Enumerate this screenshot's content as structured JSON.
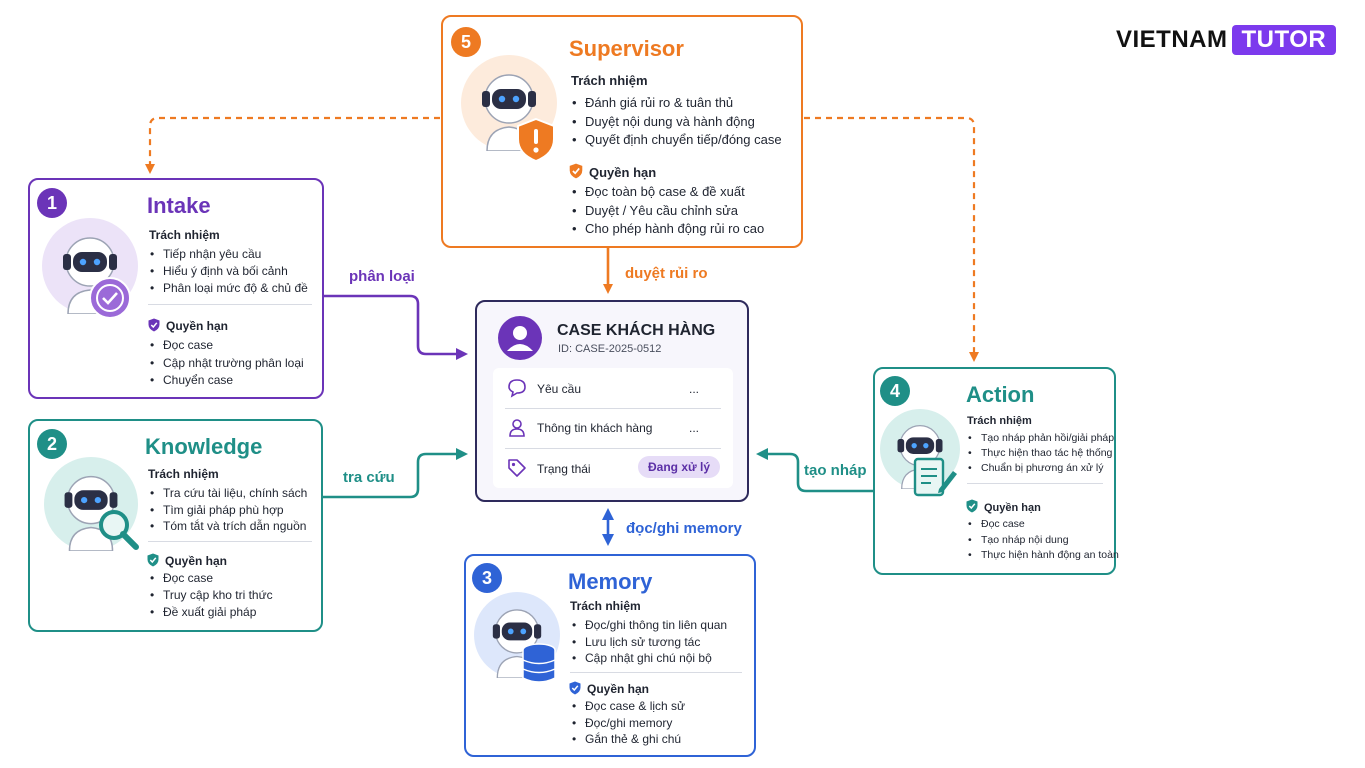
{
  "logo": {
    "part1": "VIETNAM",
    "part2": "TUTOR"
  },
  "colors": {
    "supervisor": "#ee7a22",
    "intake": "#6b34b8",
    "knowledge": "#1f8f87",
    "memory": "#2f63d6",
    "action": "#1f8f87",
    "case": "#2e2a5c"
  },
  "supervisor": {
    "num": "5",
    "title": "Supervisor",
    "icon": "warning-shield-icon",
    "resp_label": "Trách nhiệm",
    "resp": [
      "Đánh giá rủi ro & tuân thủ",
      "Duyệt nội dung và hành động",
      "Quyết định chuyển tiếp/đóng case"
    ],
    "perm_label": "Quyền hạn",
    "perm": [
      "Đọc toàn bộ case & đề xuất",
      "Duyệt / Yêu cầu chỉnh sửa",
      "Cho phép hành động rủi ro cao"
    ]
  },
  "intake": {
    "num": "1",
    "title": "Intake",
    "icon": "check-badge-icon",
    "resp_label": "Trách nhiệm",
    "resp": [
      "Tiếp nhận yêu cầu",
      "Hiểu ý định và bối cảnh",
      "Phân loại mức độ & chủ đề"
    ],
    "perm_label": "Quyền hạn",
    "perm": [
      "Đọc case",
      "Cập nhật trường phân loại",
      "Chuyển case"
    ]
  },
  "knowledge": {
    "num": "2",
    "title": "Knowledge",
    "icon": "magnifier-icon",
    "resp_label": "Trách nhiệm",
    "resp": [
      "Tra cứu tài liệu, chính sách",
      "Tìm giải pháp phù hợp",
      "Tóm tắt và trích dẫn nguồn"
    ],
    "perm_label": "Quyền hạn",
    "perm": [
      "Đọc case",
      "Truy cập kho tri thức",
      "Đề xuất giải pháp"
    ]
  },
  "memory": {
    "num": "3",
    "title": "Memory",
    "icon": "database-icon",
    "resp_label": "Trách nhiệm",
    "resp": [
      "Đọc/ghi thông tin liên quan",
      "Lưu lịch sử tương tác",
      "Cập nhật ghi chú nội bộ"
    ],
    "perm_label": "Quyền hạn",
    "perm": [
      "Đọc case & lịch sử",
      "Đọc/ghi memory",
      "Gắn thẻ & ghi chú"
    ]
  },
  "action": {
    "num": "4",
    "title": "Action",
    "icon": "document-pen-icon",
    "resp_label": "Trách nhiệm",
    "resp": [
      "Tạo nháp phản hồi/giải pháp",
      "Thực hiện thao tác hệ thống",
      "Chuẩn bị phương án xử lý"
    ],
    "perm_label": "Quyền hạn",
    "perm": [
      "Đọc case",
      "Tạo nháp nội dung",
      "Thực hiện hành động an toàn"
    ]
  },
  "case": {
    "title": "CASE KHÁCH HÀNG",
    "id": "ID: CASE-2025-0512",
    "rows": [
      {
        "label": "Yêu cầu",
        "value": "...",
        "icon": "chat-bubble-icon"
      },
      {
        "label": "Thông tin khách hàng",
        "value": "...",
        "icon": "person-icon"
      },
      {
        "label": "Trạng thái",
        "value": "Đang xử lý",
        "icon": "tag-icon"
      }
    ]
  },
  "edges": {
    "intake": "phân loại",
    "knowledge": "tra cứu",
    "supervisor": "duyệt rủi ro",
    "memory": "đọc/ghi memory",
    "action": "tạo nháp"
  }
}
